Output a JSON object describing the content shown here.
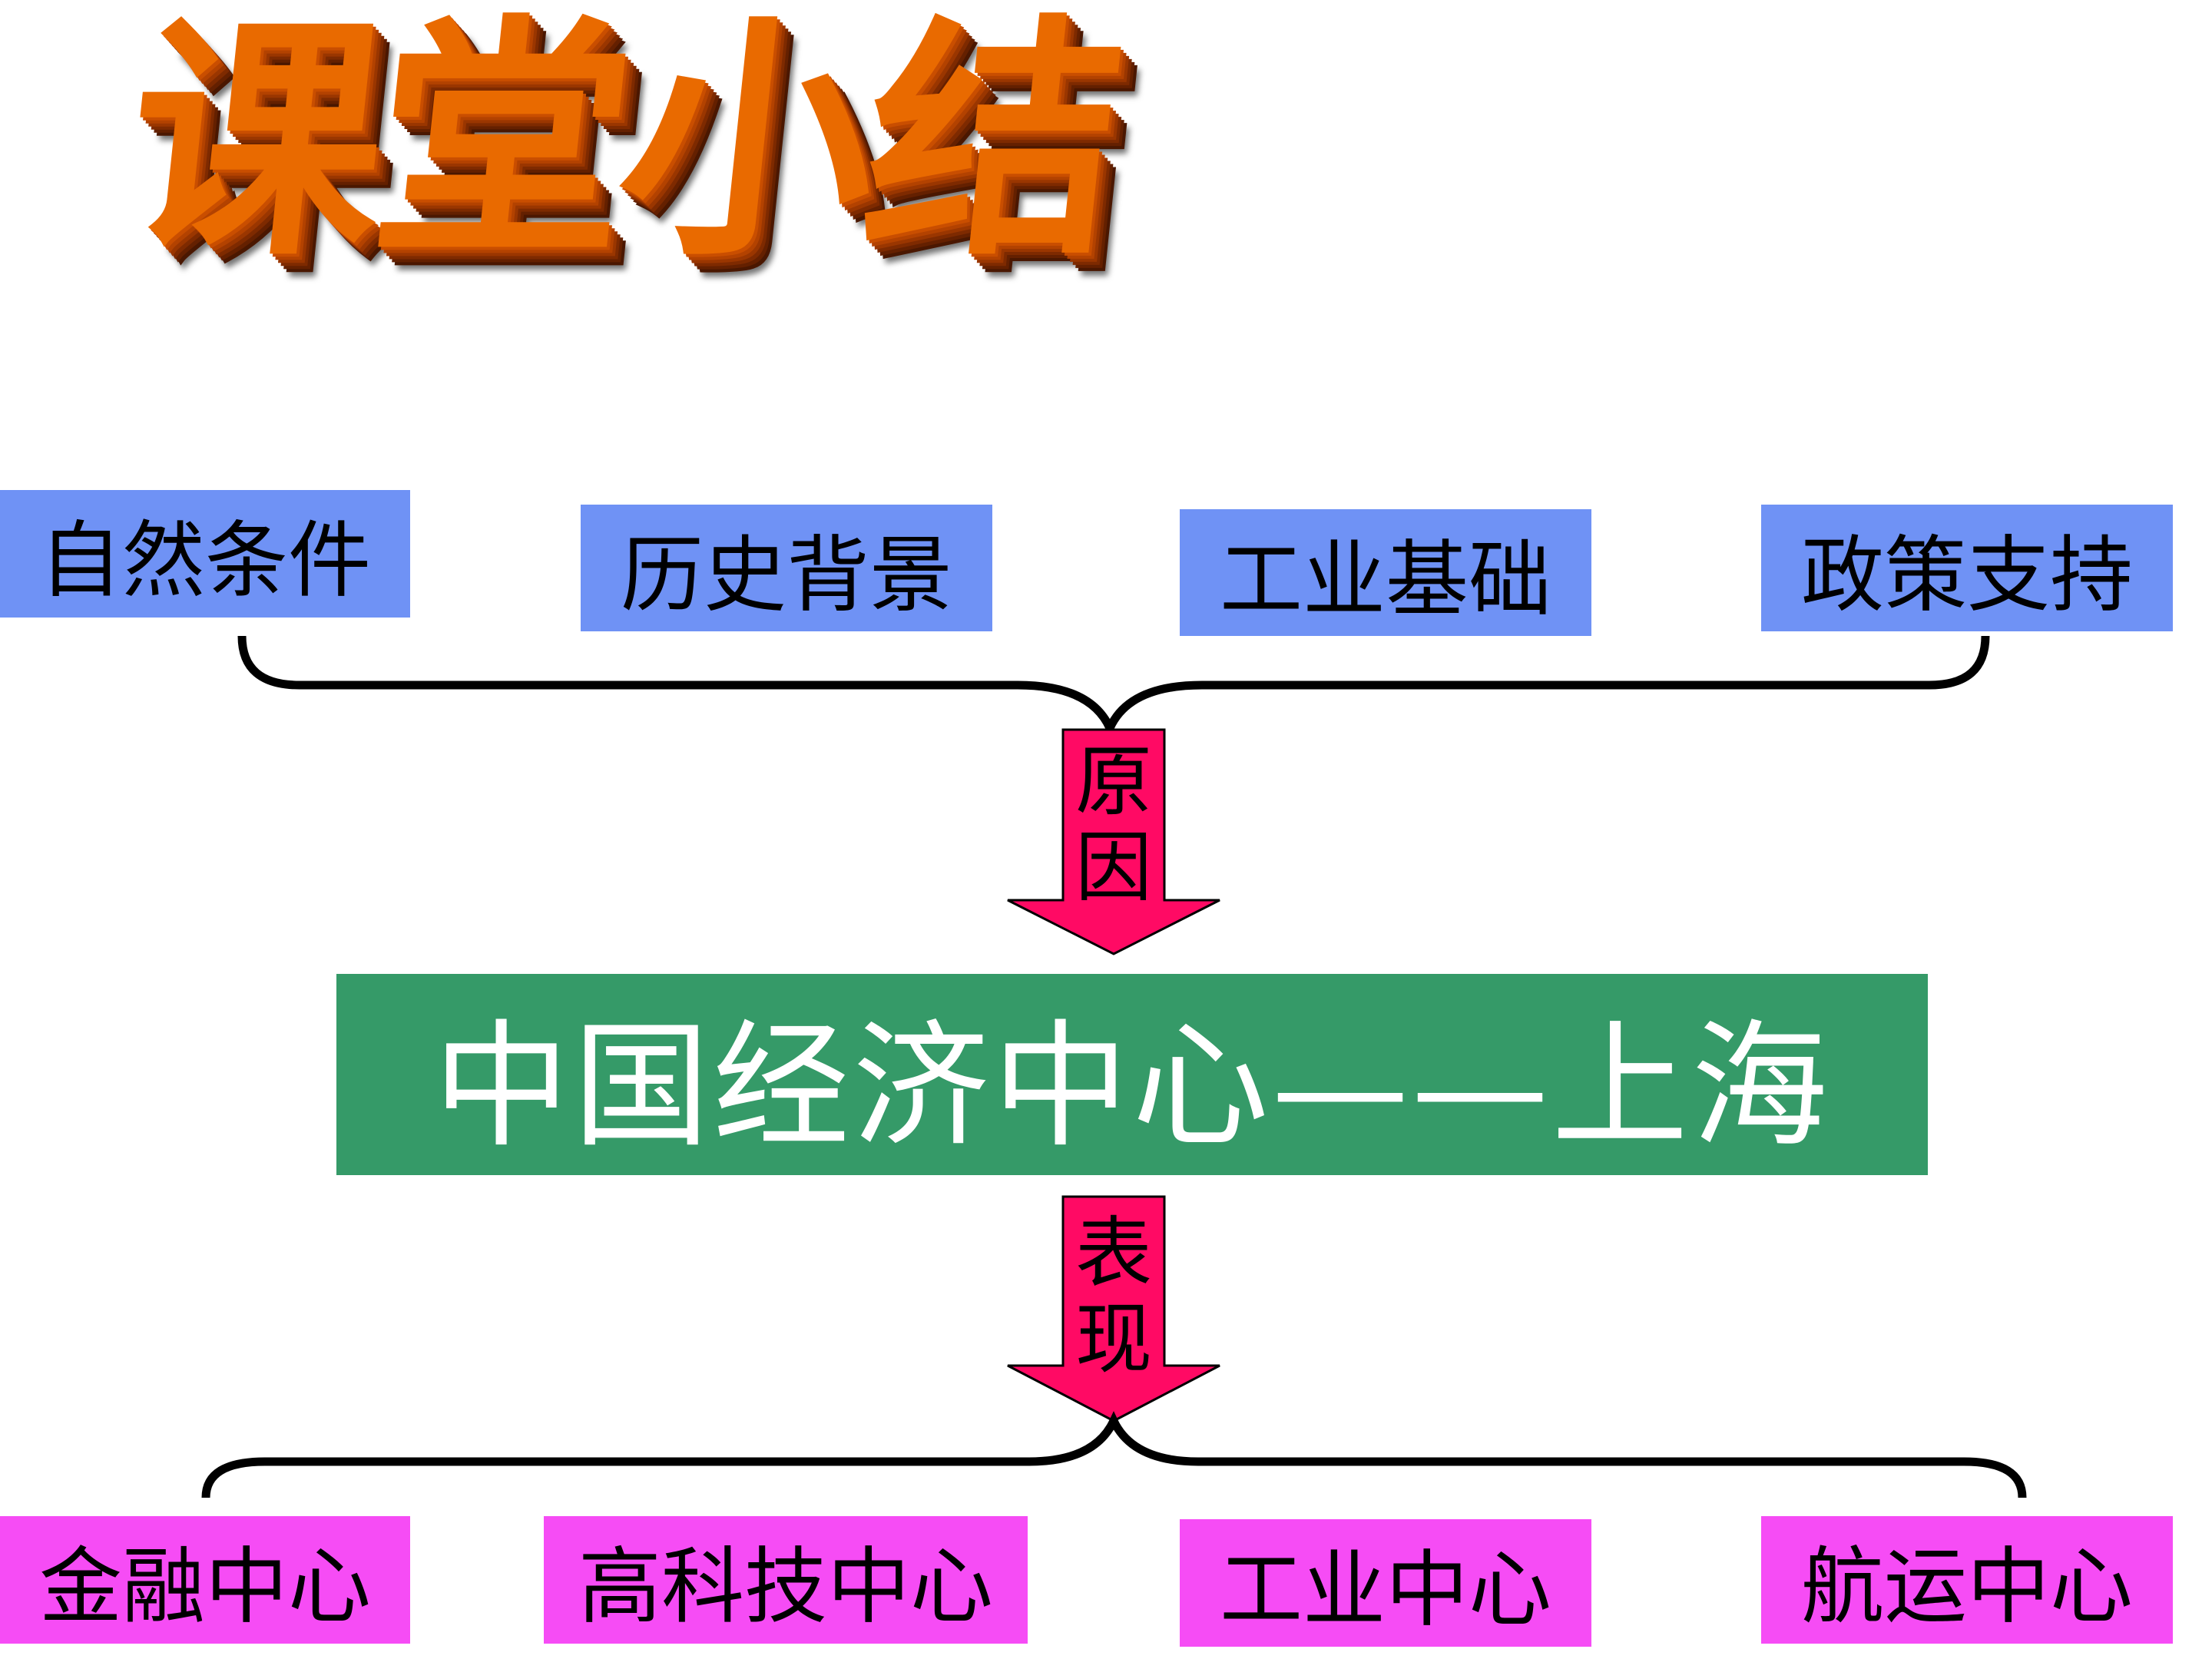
{
  "title": "课堂小结",
  "causes": [
    "自然条件",
    "历史背景",
    "工业基础",
    "政策支持"
  ],
  "cause_arrow_label": [
    "原",
    "因"
  ],
  "center": "中国经济中心——上海",
  "result_arrow_label": [
    "表",
    "现"
  ],
  "results": [
    "金融中心",
    "高科技中心",
    "工业中心",
    "航运中心"
  ],
  "colors": {
    "cause_box": "#6f92f5",
    "result_box": "#f64cf5",
    "center_box": "#359a68",
    "arrow": "#ff0a64"
  }
}
